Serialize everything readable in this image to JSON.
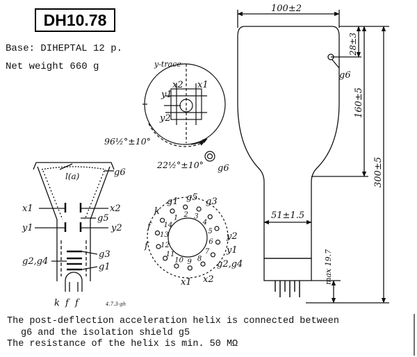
{
  "title": "DH10.78",
  "specs": {
    "base": "Base: DIHEPTAL 12 p.",
    "weight": "Net weight  660 g"
  },
  "notes": {
    "line1": "The post-deflection acceleration helix is connected between",
    "line2": "g6 and the isolation shield g5",
    "line3": "The resistance of the helix is min. 50 MΩ"
  },
  "screen_view": {
    "trace_label": "y-trace",
    "x2": "x2",
    "x1": "x1",
    "y1": "y1",
    "y2": "y2",
    "angle1": "96½°±10°",
    "angle2": "22½°±10°",
    "g6": "g6"
  },
  "gun": {
    "helix": "l(a)",
    "g6": "g6",
    "x1": "x1",
    "x2": "x2",
    "g5": "g5",
    "y1": "y1",
    "y2": "y2",
    "g3": "g3",
    "g2g4": "g2,g4",
    "g1": "g1",
    "k": "k",
    "f1": "f",
    "f2": "f",
    "drawing_no": "4.7.3-gh"
  },
  "base_pins": {
    "top_labels": [
      "g1",
      "g5",
      "g3"
    ],
    "k": "k",
    "f_upper": "f",
    "f_lower": "f",
    "y2": "y2",
    "y1": "y1",
    "g2g4": "g2,g4",
    "x1": "x1",
    "x2": "x2",
    "numbers": [
      "1",
      "2",
      "3",
      "4",
      "5",
      "6",
      "7",
      "8",
      "9",
      "10",
      "11",
      "12",
      "13",
      "14"
    ]
  },
  "tube": {
    "width_top": "100±2",
    "neck_dim": "28±3",
    "g6": "g6",
    "bulb_length": "160±5",
    "total_length": "300±5",
    "neck_dia": "51±1.5",
    "base_max": "max 19.7"
  }
}
